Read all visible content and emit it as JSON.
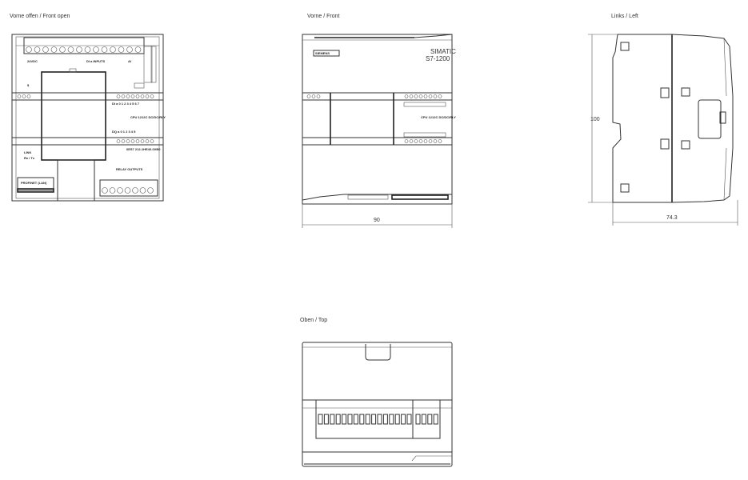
{
  "views": {
    "front_open": {
      "title": "Vorne offen / Front open",
      "cpu_label": "CPU 1212C DC/DC/RLY"
    },
    "front": {
      "title": "Vorne / Front",
      "brand": "SIMATIC",
      "model": "S7-1200",
      "cpu_label": "CPU 1212C DC/DC/RLY",
      "width_dim": "90"
    },
    "left": {
      "title": "Links / Left",
      "height_dim": "100",
      "depth_dim": "74.3"
    },
    "top": {
      "title": "Oben / Top"
    }
  }
}
